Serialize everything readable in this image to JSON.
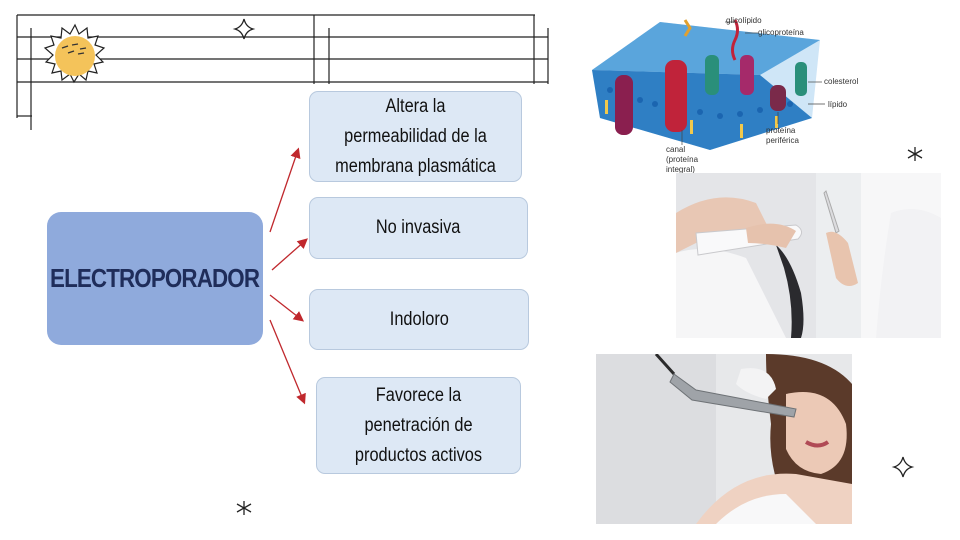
{
  "diagram": {
    "main": {
      "label": "ELECTROPORADOR",
      "color": "#8faadc",
      "text_color": "#1f2d5a"
    },
    "features": [
      {
        "label": "Altera la permeabilidad de la membrana plasmática"
      },
      {
        "label": "No invasiva"
      },
      {
        "label": "Indoloro"
      },
      {
        "label": "Favorece la penetración de productos activos"
      }
    ],
    "box_color": "#dde8f5",
    "arrow_color": "#c0282d"
  },
  "membrane_figure": {
    "labels": {
      "glycolipid": "glicolípido",
      "glycoprotein": "glicoproteína",
      "cholesterol": "colesterol",
      "lipid": "lípido",
      "channel": "canal (proteína integral)",
      "peripheral_protein": "proteína periférica"
    }
  },
  "images": [
    {
      "name": "membrane-diagram-image"
    },
    {
      "name": "underarm-treatment-photo"
    },
    {
      "name": "facial-electroporation-photo"
    }
  ],
  "decorations": [
    {
      "name": "sun-doodle-icon"
    },
    {
      "name": "sparkle-star-icon"
    },
    {
      "name": "asterisk-icon"
    }
  ]
}
